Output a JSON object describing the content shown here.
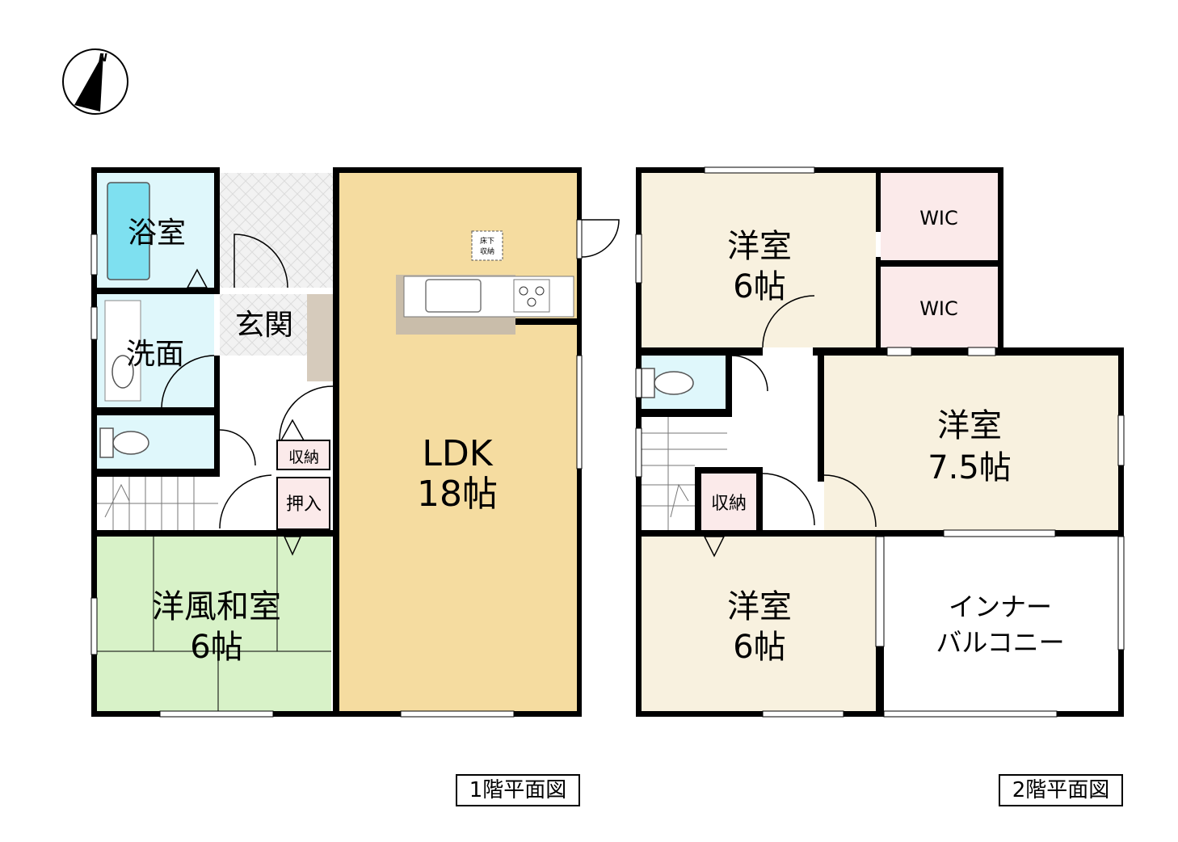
{
  "compass": {
    "north_label": "N"
  },
  "floor1": {
    "title": "1階平面図",
    "bath": "浴室",
    "washroom": "洗面",
    "entrance": "玄関",
    "ldk_name": "LDK",
    "ldk_size": "18帖",
    "underfloor_storage_line1": "床下",
    "underfloor_storage_line2": "収納",
    "storage": "収納",
    "closet": "押入",
    "japanese_room_name": "洋風和室",
    "japanese_room_size": "6帖"
  },
  "floor2": {
    "title": "2階平面図",
    "room1_name": "洋室",
    "room1_size": "6帖",
    "wic1": "WIC",
    "wic2": "WIC",
    "room2_name": "洋室",
    "room2_size": "7.5帖",
    "storage": "収納",
    "room3_name": "洋室",
    "room3_size": "6帖",
    "balcony_line1": "インナー",
    "balcony_line2": "バルコニー"
  },
  "colors": {
    "ldk": "#f5dca0",
    "japanese_room": "#d8f2c8",
    "water": "#dff7fb",
    "bathtub": "#7ee0f0",
    "western_room": "#f8f1df",
    "wic": "#fbeaea",
    "storage": "#fbeaea",
    "counter": "#c9bdaa"
  }
}
